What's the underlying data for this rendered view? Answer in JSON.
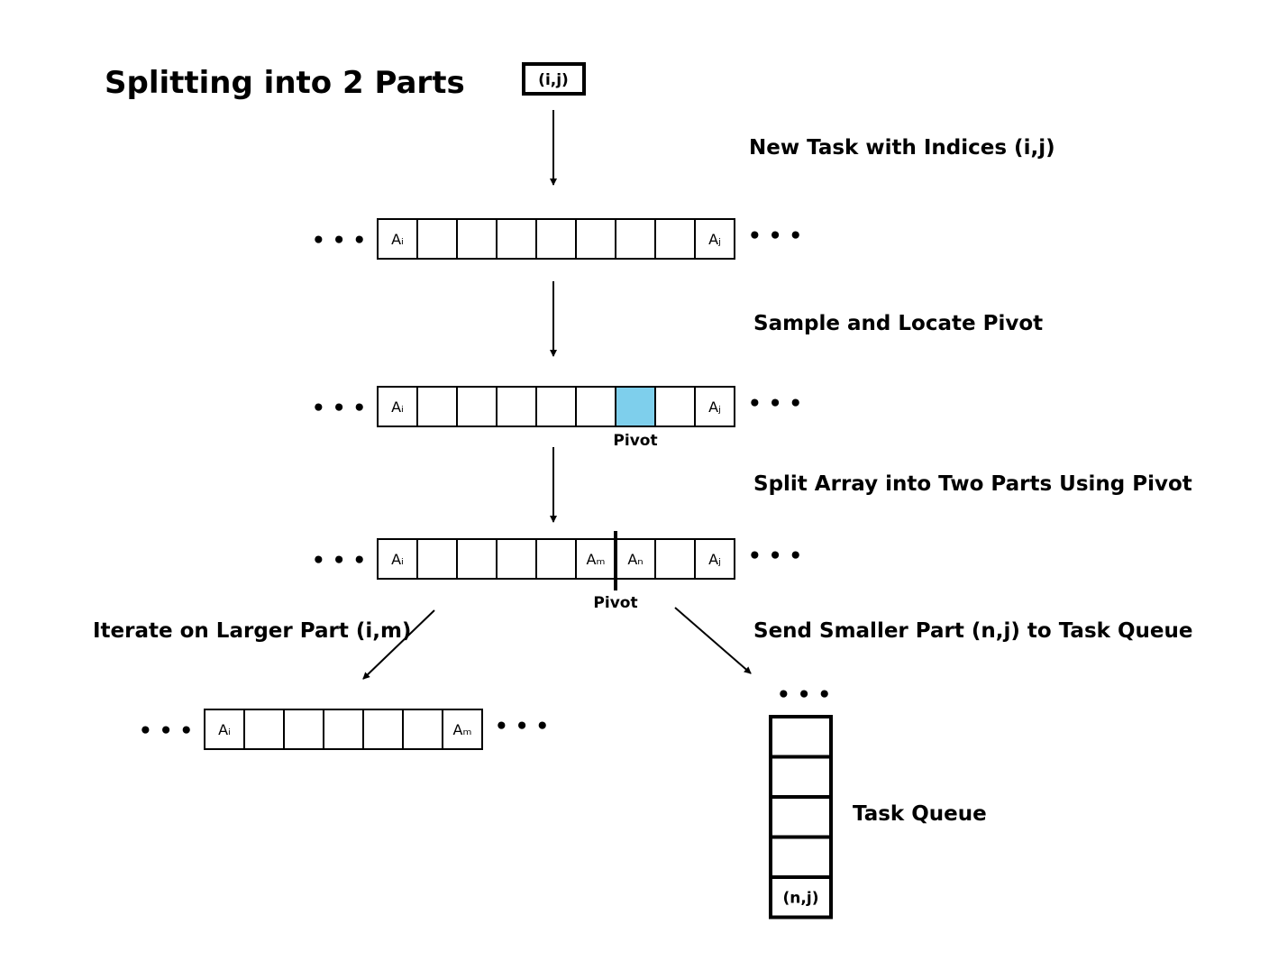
{
  "title": "Splitting into 2 Parts",
  "input_task": "(i,j)",
  "steps": {
    "new_task": "New Task with Indices (i,j)",
    "sample_pivot": "Sample and Locate Pivot",
    "split_array": "Split Array into Two Parts Using Pivot",
    "iterate_larger": "Iterate on Larger Part (i,m)",
    "send_smaller": "Send Smaller Part (n,j) to Task Queue"
  },
  "arrays": {
    "array1": [
      "Aᵢ",
      "",
      "",
      "",
      "",
      "",
      "",
      "",
      "Aⱼ"
    ],
    "array2": [
      "Aᵢ",
      "",
      "",
      "",
      "",
      "",
      "",
      "",
      "Aⱼ"
    ],
    "array3": [
      "Aᵢ",
      "",
      "",
      "",
      "",
      "Aₘ",
      "Aₙ",
      "",
      "Aⱼ"
    ],
    "array4": [
      "Aᵢ",
      "",
      "",
      "",
      "",
      "",
      "Aₘ"
    ]
  },
  "pivot_index": 6,
  "pivot_color": "#7ecfec",
  "pivot_label": "Pivot",
  "ellipsis": "• • •",
  "task_queue": {
    "label": "Task Queue",
    "slots": [
      "",
      "",
      "",
      "",
      "(n,j)"
    ]
  }
}
